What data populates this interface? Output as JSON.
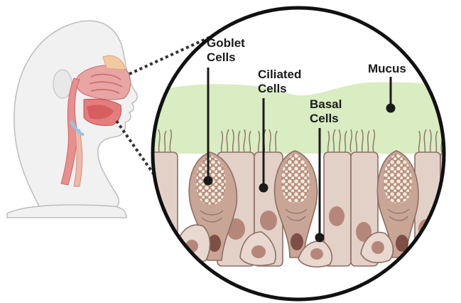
{
  "labels": {
    "goblet_line1": "Goblet",
    "goblet_line2": "Cells",
    "ciliated_line1": "Ciliated",
    "ciliated_line2": "Cells",
    "basal_line1": "Basal",
    "basal_line2": "Cells",
    "mucus": "Mucus"
  },
  "colors": {
    "mucus": "#d9ecc2",
    "cell_fill": "#e3d1c8",
    "cell_stroke": "#8c6f64",
    "goblet_fill": "#b98f80",
    "granule": "#f5eee0",
    "nucleus": "#b5877a",
    "head_fill": "#efefef",
    "head_stroke": "#b8b8b8",
    "airway": "#e88f8f",
    "cilia": "#8c6f64",
    "ring": "#111111"
  }
}
